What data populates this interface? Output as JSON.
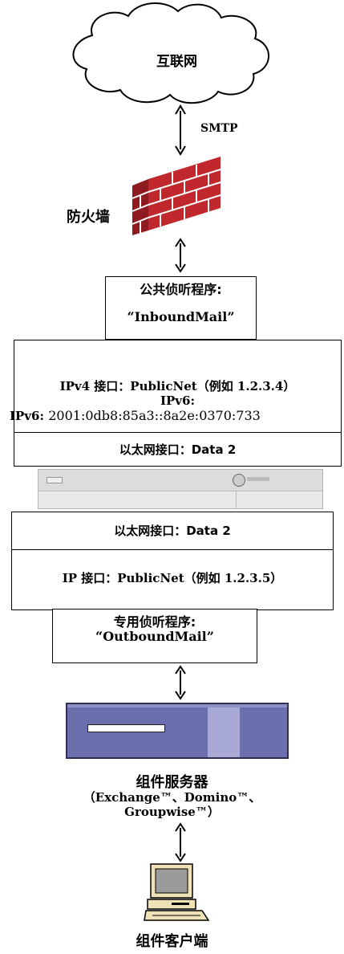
{
  "internet": {
    "label": "互联网"
  },
  "smtp": {
    "label": "SMTP"
  },
  "firewall": {
    "label": "防火墙"
  },
  "public_listener": {
    "title": "公共侦听程序:",
    "name": "“InboundMail”"
  },
  "public_interface": {
    "ipv4": "IPv4 接口：PublicNet（例如 1.2.3.4）",
    "ipv6_title": "IPv6:",
    "ipv6_prefix": "IPv6:",
    "ipv6_value": "2001:0db8:85a3::8a2e:0370:733"
  },
  "ethernet_top": {
    "label": "以太网接口：Data 2"
  },
  "ethernet_bottom": {
    "label": "以太网接口：Data 2"
  },
  "private_interface": {
    "label": "IP 接口：PublicNet（例如 1.2.3.5）"
  },
  "private_listener": {
    "title": "专用侦听程序:",
    "name": "“OutboundMail”"
  },
  "groupware_server": {
    "title": "组件服务器",
    "products_line1": "（Exchange™、Domino™、",
    "products_line2": "Groupwise™）"
  },
  "client": {
    "label": "组件客户端"
  },
  "colors": {
    "firewall_brick": "#c0282d",
    "server": "#6c6fad",
    "server_panel": "#a9a9d6",
    "appliance": "#e6e6e6"
  }
}
